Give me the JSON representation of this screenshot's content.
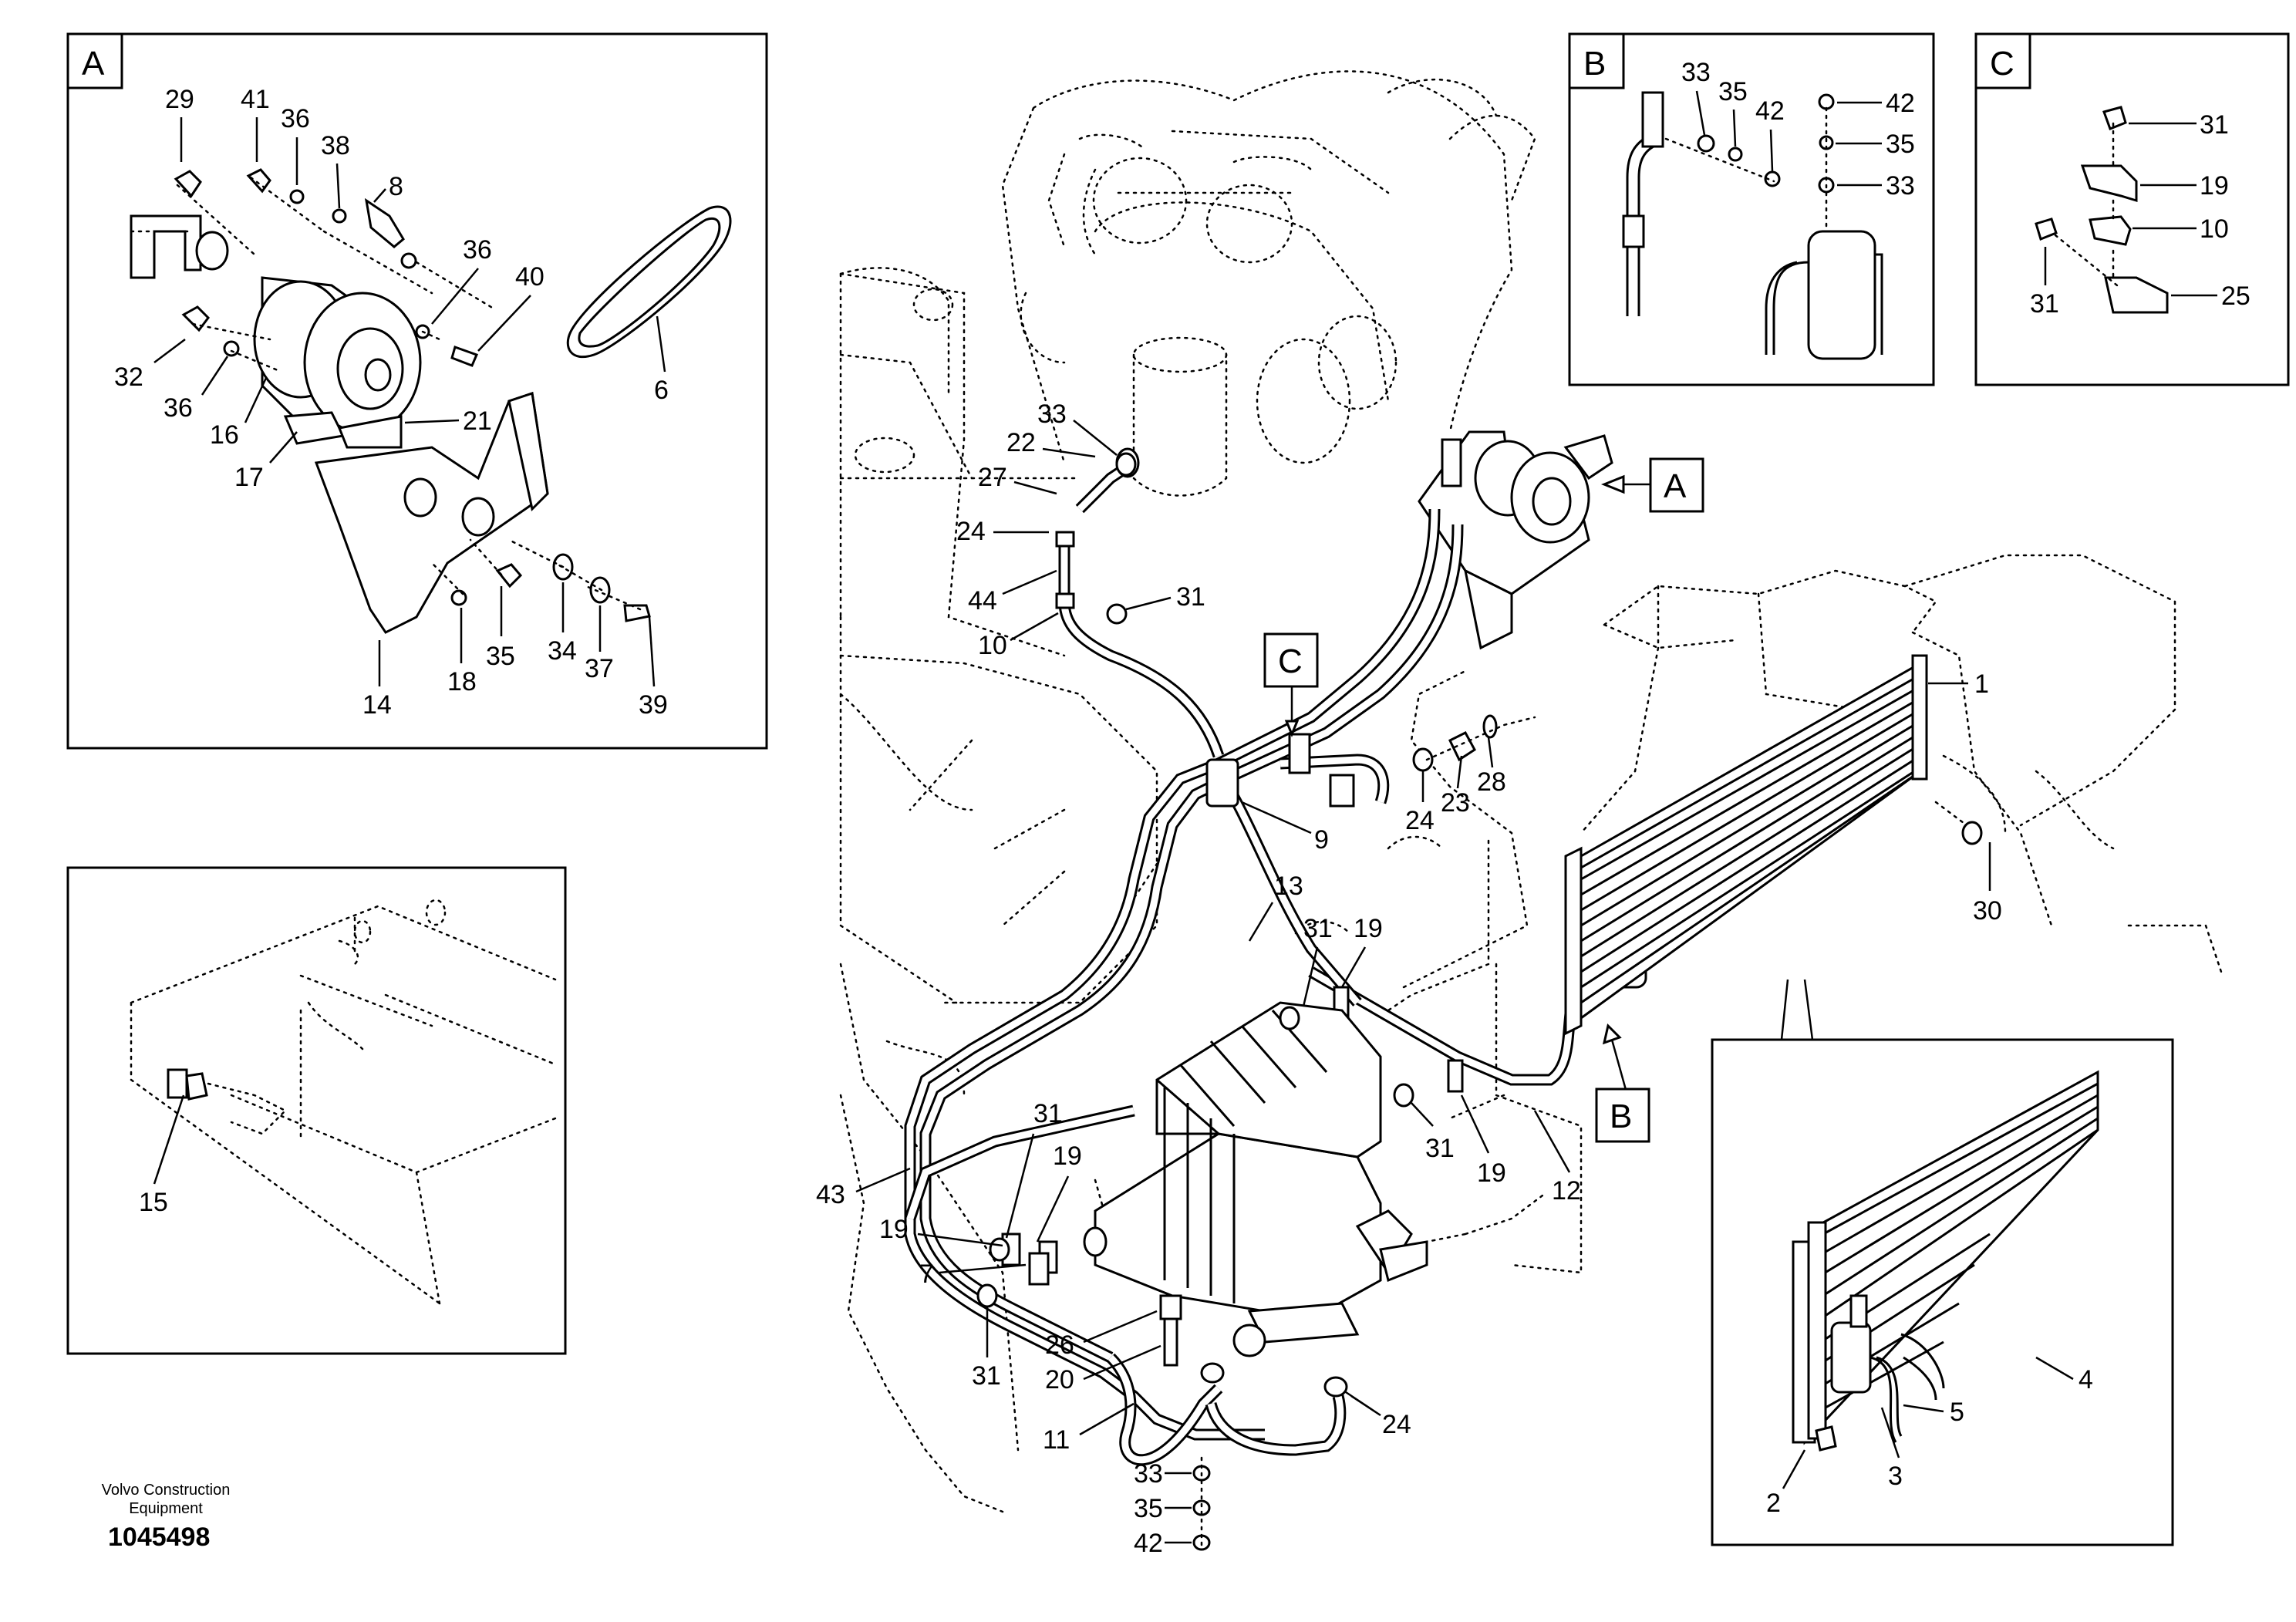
{
  "detail_views": {
    "a": {
      "letter": "A",
      "labels": [
        "29",
        "41",
        "36",
        "38",
        "8",
        "36",
        "40",
        "6",
        "32",
        "36",
        "16",
        "17",
        "21",
        "14",
        "18",
        "35",
        "34",
        "37",
        "39"
      ]
    },
    "b": {
      "letter": "B",
      "labels": [
        "33",
        "35",
        "42",
        "42",
        "35",
        "33"
      ]
    },
    "c": {
      "letter": "C",
      "labels": [
        "31",
        "19",
        "10",
        "31",
        "25"
      ]
    },
    "sensor": {
      "labels": [
        "15"
      ]
    },
    "condenser": {
      "labels": [
        "4",
        "5",
        "3",
        "2"
      ]
    }
  },
  "main_view": {
    "callouts": [
      "A",
      "B",
      "C"
    ],
    "labels": [
      "33",
      "22",
      "27",
      "24",
      "44",
      "31",
      "10",
      "9",
      "24",
      "23",
      "28",
      "1",
      "30",
      "13",
      "31",
      "19",
      "31",
      "19",
      "12",
      "31",
      "19",
      "43",
      "19",
      "7",
      "26",
      "20",
      "31",
      "11",
      "24",
      "33",
      "35",
      "42"
    ]
  },
  "footer": {
    "maker_line1": "Volvo Construction",
    "maker_line2": "Equipment",
    "drawing_number": "1045498"
  }
}
